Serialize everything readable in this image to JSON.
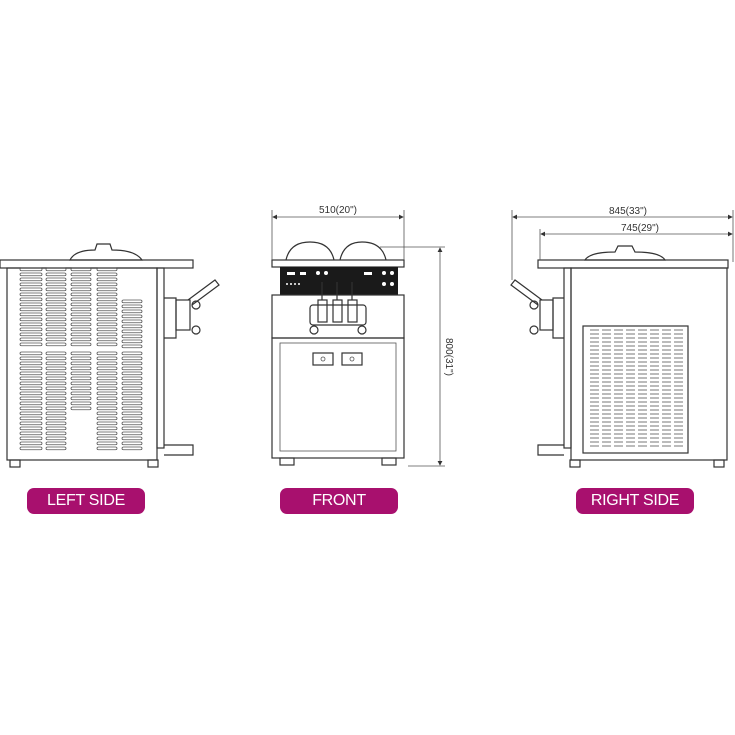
{
  "views": [
    {
      "id": "left",
      "label": "LEFT SIDE"
    },
    {
      "id": "front",
      "label": "FRONT"
    },
    {
      "id": "right",
      "label": "RIGHT SIDE"
    }
  ],
  "dimensions": {
    "front_width": "510(20\")",
    "front_height": "800(31\")",
    "side_depth_total": "845(33\")",
    "side_depth_body": "745(29\")"
  },
  "colors": {
    "label_bg": "#a8106e",
    "line": "#333333"
  }
}
